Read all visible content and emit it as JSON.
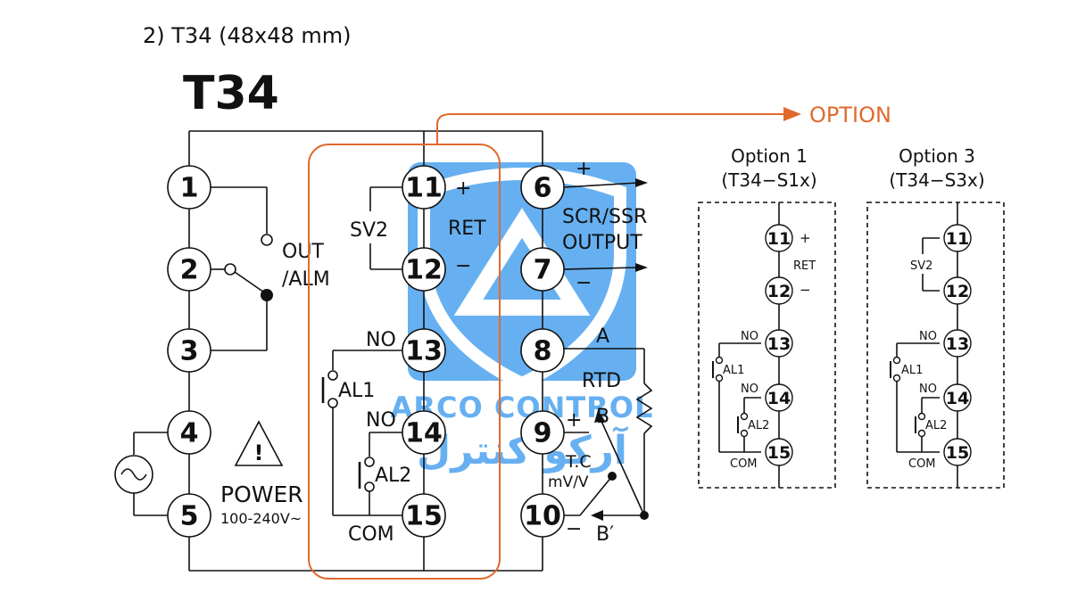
{
  "heading": "2) T34 (48x48 mm)",
  "model": "T34",
  "option_label": "OPTION",
  "colors": {
    "accent": "#e06a2e",
    "watermark": "#5aaaf0",
    "line": "#111111"
  },
  "terminals": {
    "t1": "1",
    "t2": "2",
    "t3": "3",
    "t4": "4",
    "t5": "5",
    "t6": "6",
    "t7": "7",
    "t8": "8",
    "t9": "9",
    "t10": "10",
    "t11": "11",
    "t12": "12",
    "t13": "13",
    "t14": "14",
    "t15": "15"
  },
  "labels": {
    "out_alm_1": "OUT",
    "out_alm_2": "/ALM",
    "power": "POWER",
    "power_range": "100-240V~",
    "warning_mark": "!",
    "sv2": "SV2",
    "ret": "RET",
    "plus": "+",
    "minus": "−",
    "no": "NO",
    "al1": "AL1",
    "al2": "AL2",
    "com": "COM",
    "scr_ssr": "SCR/SSR",
    "output": "OUTPUT",
    "a": "A",
    "rtd": "RTD",
    "b": "B",
    "b_prime": "B′",
    "tc": "T.C",
    "mvv": "mV/V"
  },
  "options": {
    "opt1_title": "Option 1",
    "opt1_model": "(T34−S1x)",
    "opt3_title": "Option 3",
    "opt3_model": "(T34−S3x)"
  },
  "watermark": {
    "line1": "ARCO CONTROL",
    "line2": "آرکو کنترل"
  }
}
